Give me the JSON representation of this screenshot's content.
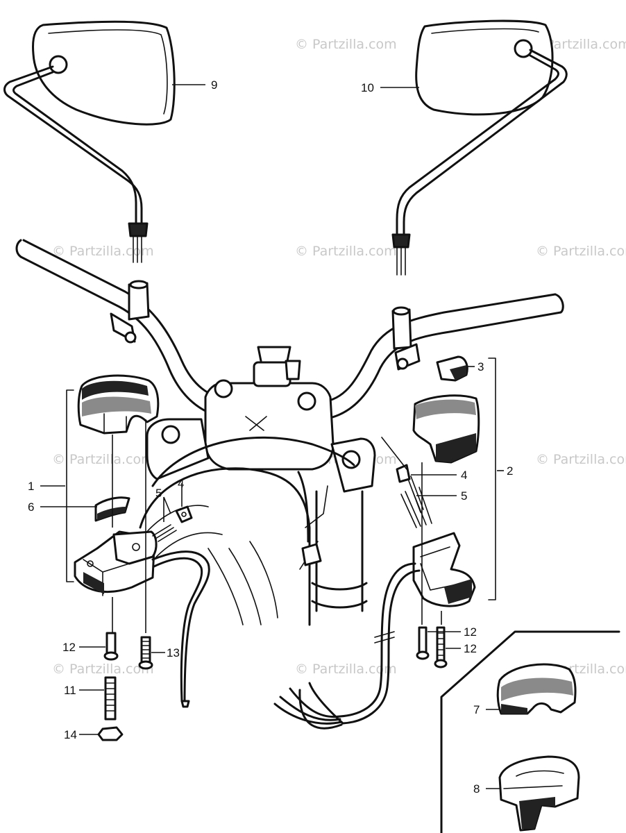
{
  "watermark": "© Partzilla.com",
  "callouts": [
    {
      "id": "c9",
      "label": "9"
    },
    {
      "id": "c10",
      "label": "10"
    },
    {
      "id": "c3",
      "label": "3"
    },
    {
      "id": "c2",
      "label": "2"
    },
    {
      "id": "c4r",
      "label": "4"
    },
    {
      "id": "c5r",
      "label": "5"
    },
    {
      "id": "c1",
      "label": "1"
    },
    {
      "id": "c6",
      "label": "6"
    },
    {
      "id": "c5l",
      "label": "5"
    },
    {
      "id": "c4l",
      "label": "4"
    },
    {
      "id": "c12l",
      "label": "12"
    },
    {
      "id": "c13",
      "label": "13"
    },
    {
      "id": "c11",
      "label": "11"
    },
    {
      "id": "c14",
      "label": "14"
    },
    {
      "id": "c12ra",
      "label": "12"
    },
    {
      "id": "c12rb",
      "label": "12"
    },
    {
      "id": "c7",
      "label": "7"
    },
    {
      "id": "c8",
      "label": "8"
    }
  ]
}
